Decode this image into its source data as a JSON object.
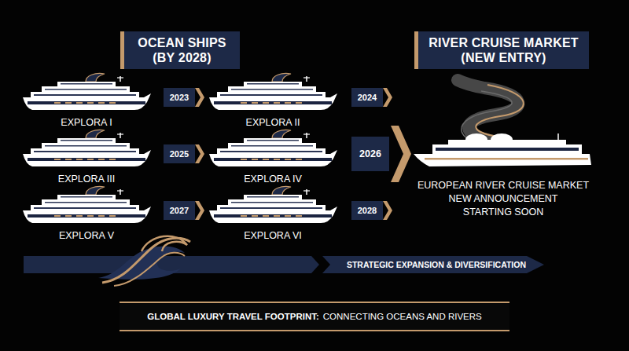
{
  "diagram": {
    "nodes": [
      {
        "text": [
          "OCEAN SHIPS (BY 2028)"
        ]
      },
      {
        "text": [
          "RIVER CRUISE MARKET (NEW ENTRY)"
        ]
      },
      {
        "text": [
          "EXPLORA I"
        ]
      },
      {
        "text": [
          "2023"
        ]
      },
      {
        "text": [
          "EXPLORA II"
        ]
      },
      {
        "text": [
          "2024"
        ]
      },
      {
        "text": [
          "EXPLORA III"
        ]
      },
      {
        "text": [
          "2025"
        ]
      },
      {
        "text": [
          "EXPLORA IV"
        ]
      },
      {
        "text": [
          "2026"
        ]
      },
      {
        "text": [
          "EUROPEAN RIVER CRUISE MARKET",
          "NEW ANNOUNCEMENT STARTING SOON"
        ]
      },
      {
        "text": [
          "EXPLORA V"
        ]
      },
      {
        "text": [
          "2027"
        ]
      },
      {
        "text": [
          "EXPLORA VI"
        ]
      },
      {
        "text": [
          "2028"
        ]
      },
      {
        "text": [
          "STRATEGIC EXPANSION & DIVERSIFICATION"
        ]
      },
      {
        "text": [
          "GLOBAL LUXURY TRAVEL FOOTPRINT:",
          "CONNECTING OCEANS AND RIVERS"
        ]
      }
    ]
  }
}
